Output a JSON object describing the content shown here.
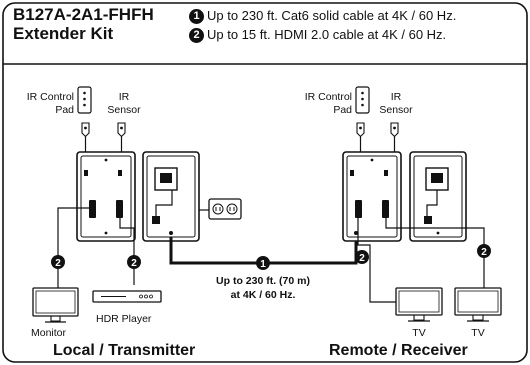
{
  "header": {
    "model": "B127A-2A1-FHFH",
    "kit": "Extender Kit",
    "spec1": "Up to 230 ft. Cat6 solid cable at 4K / 60 Hz.",
    "spec2": "Up to 15 ft. HDMI 2.0 cable at 4K / 60 Hz."
  },
  "markers": {
    "one": "1",
    "two": "2"
  },
  "transmitter": {
    "ir_control_pad_l1": "IR Control",
    "ir_control_pad_l2": "Pad",
    "ir_sensor_l1": "IR",
    "ir_sensor_l2": "Sensor",
    "monitor": "Monitor",
    "hdr_player": "HDR Player",
    "title": "Local / Transmitter"
  },
  "receiver": {
    "ir_control_pad_l1": "IR Control",
    "ir_control_pad_l2": "Pad",
    "ir_sensor_l1": "IR",
    "ir_sensor_l2": "Sensor",
    "tv1": "TV",
    "tv2": "TV",
    "title": "Remote / Receiver"
  },
  "distance": {
    "line1": "Up to 230 ft. (70 m)",
    "line2": "at 4K / 60 Hz."
  }
}
